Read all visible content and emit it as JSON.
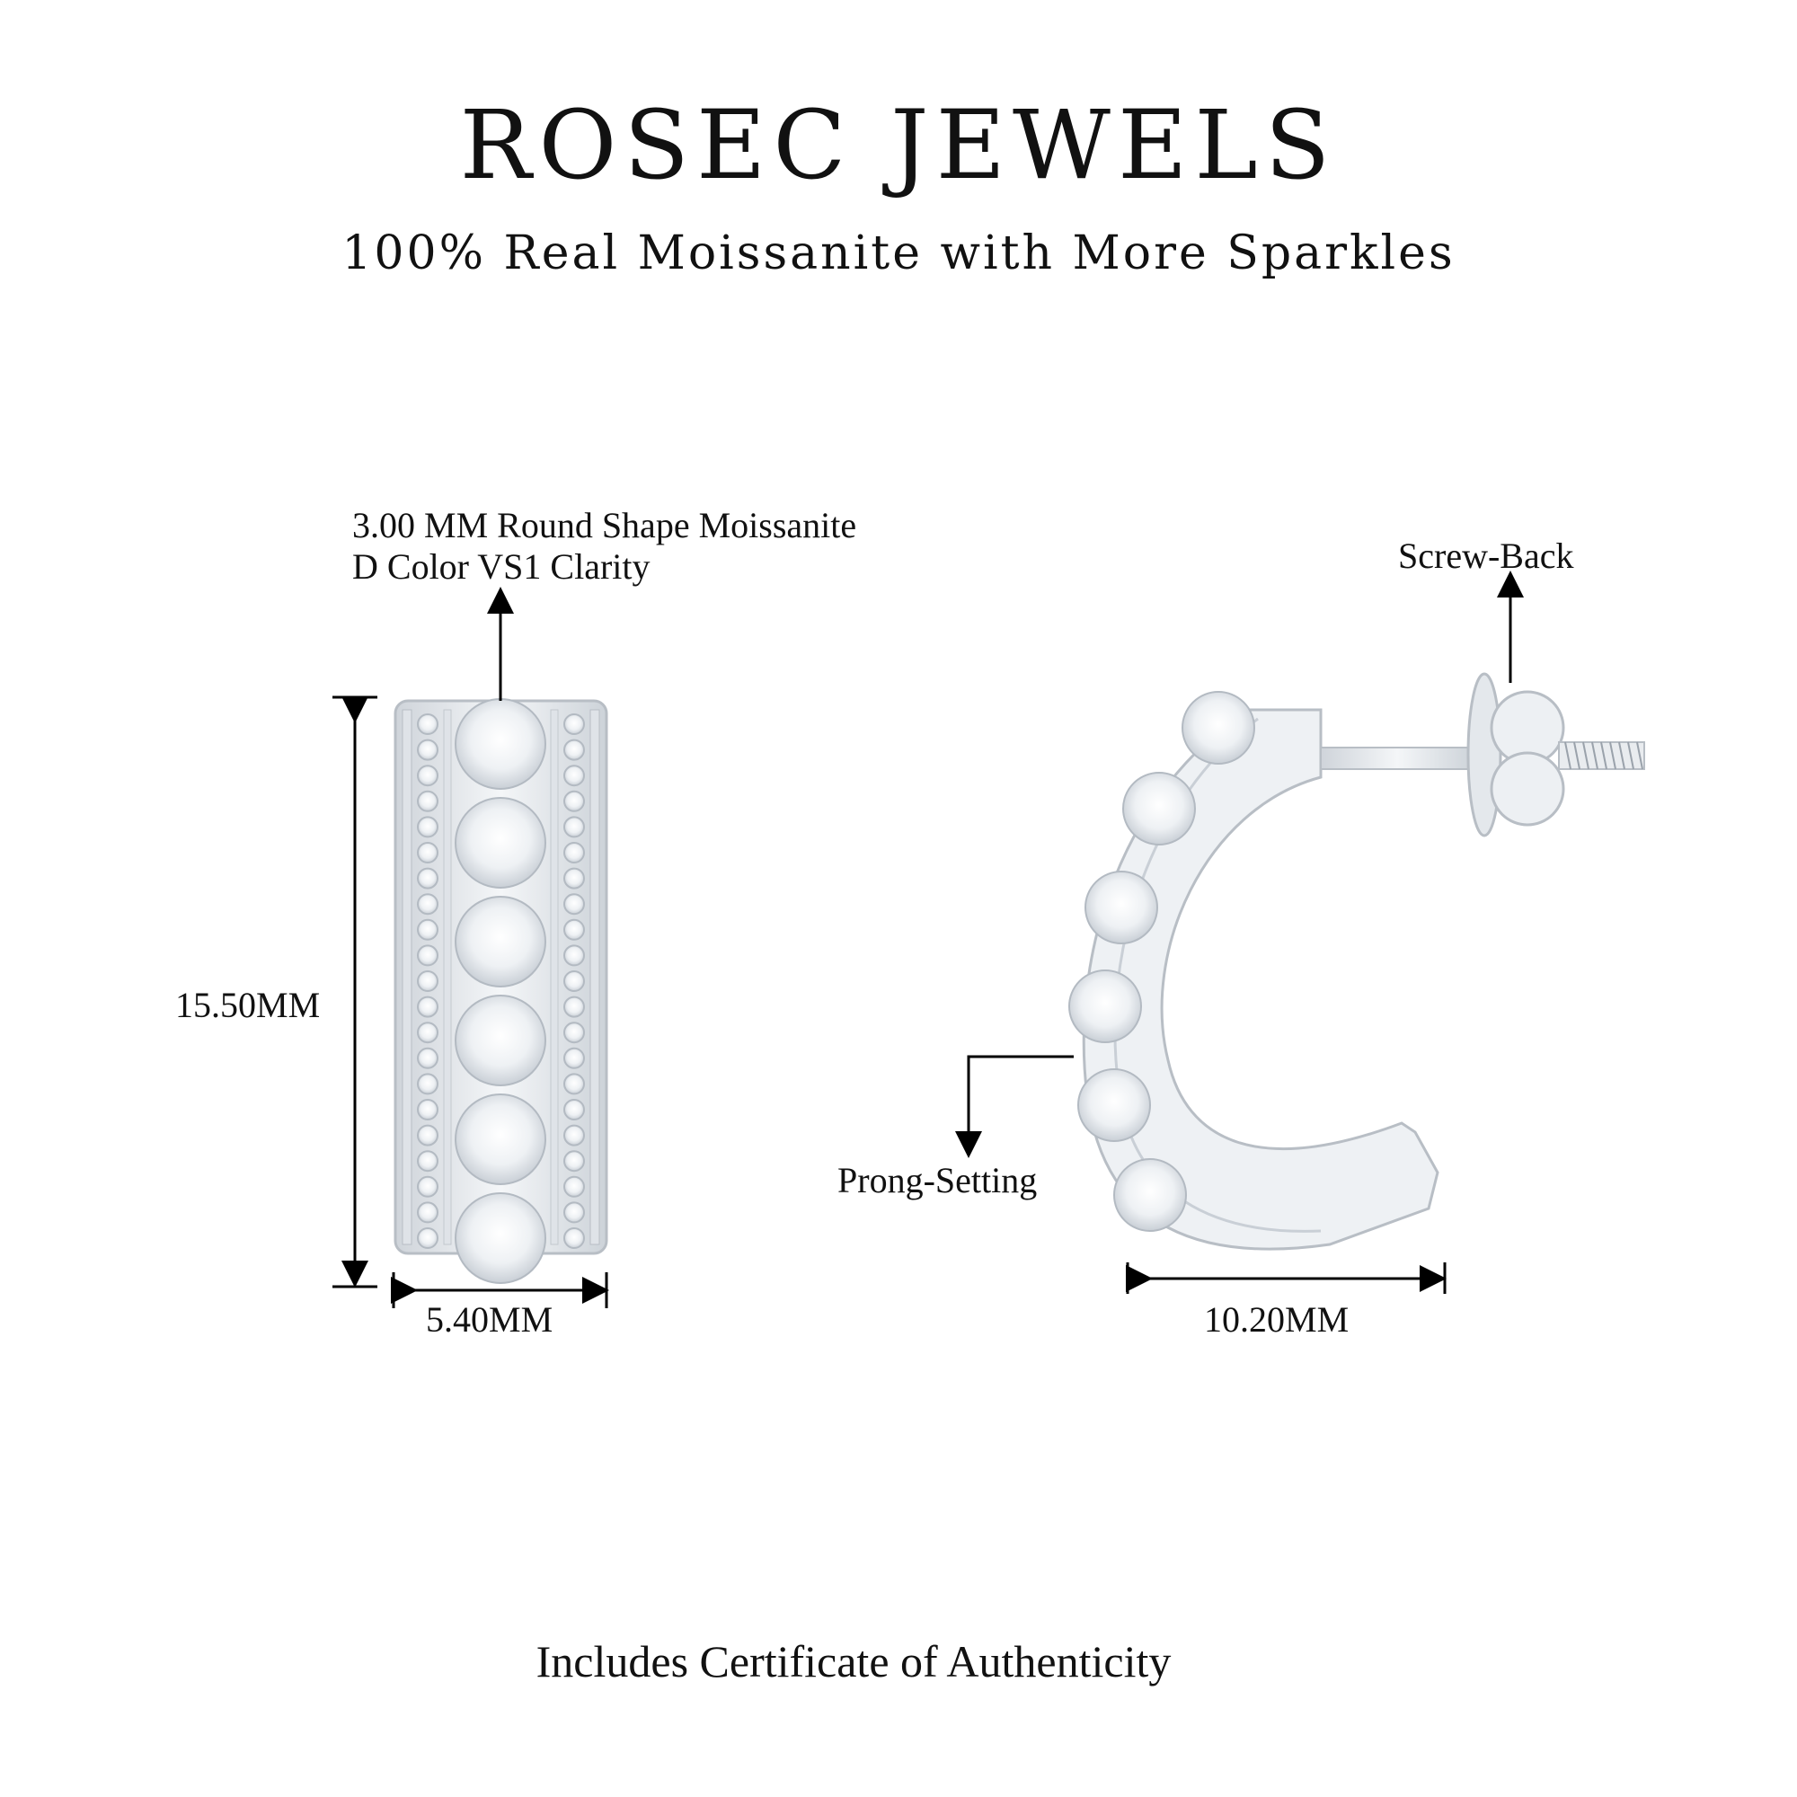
{
  "brand": "ROSEC JEWELS",
  "tagline": "100% Real Moissanite with More Sparkles",
  "front_view": {
    "stone_spec_line1": "3.00 MM Round Shape Moissanite",
    "stone_spec_line2": "D Color VS1 Clarity",
    "height": "15.50MM",
    "width": "5.40MM"
  },
  "side_view": {
    "back_type": "Screw-Back",
    "setting": "Prong-Setting",
    "width": "10.20MM"
  },
  "footer": "Includes Certificate of Authenticity",
  "colors": {
    "metal": "#e9ecef",
    "metal_edge": "#b8bec5",
    "stone": "#f7f8fa",
    "ink": "#000000"
  }
}
